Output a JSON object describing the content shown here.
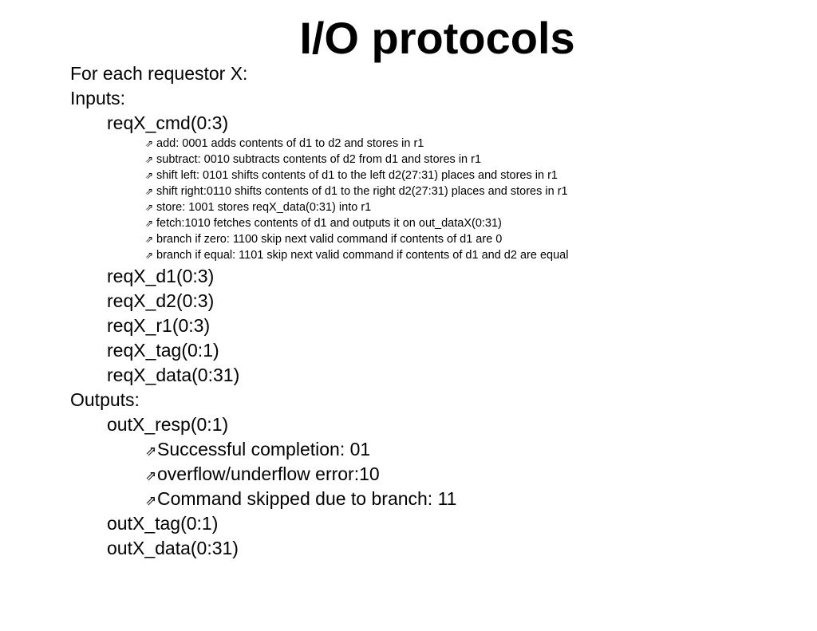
{
  "title": "I/O protocols",
  "intro": "For each requestor X:",
  "inputs": {
    "heading": "Inputs:",
    "cmd": "reqX_cmd(0:3)",
    "commands": [
      "add: 0001 adds contents of d1 to d2 and stores in r1",
      "subtract: 0010 subtracts contents of d2 from d1 and stores in r1",
      "shift left: 0101 shifts contents of d1 to the left d2(27:31) places and stores in r1",
      "shift right:0110 shifts contents of d1 to the right d2(27:31) places and stores in r1",
      "store: 1001 stores reqX_data(0:31) into r1",
      "fetch:1010 fetches contents of d1 and outputs it on out_dataX(0:31)",
      "branch if zero: 1100 skip next valid command if contents of d1 are 0",
      "branch if equal: 1101 skip next valid command if contents of d1 and d2 are equal"
    ],
    "signals": [
      "reqX_d1(0:3)",
      "reqX_d2(0:3)",
      "reqX_r1(0:3)",
      "reqX_tag(0:1)",
      "reqX_data(0:31)"
    ]
  },
  "outputs": {
    "heading": "Outputs:",
    "resp": "outX_resp(0:1)",
    "responses": [
      "Successful completion: 01",
      "overflow/underflow error:10",
      "Command skipped due to branch: 11"
    ],
    "signals": [
      "outX_tag(0:1)",
      "outX_data(0:31)"
    ]
  },
  "bullet_icon": "northeast-arrow-icon",
  "bullet_glyph": "⇗"
}
